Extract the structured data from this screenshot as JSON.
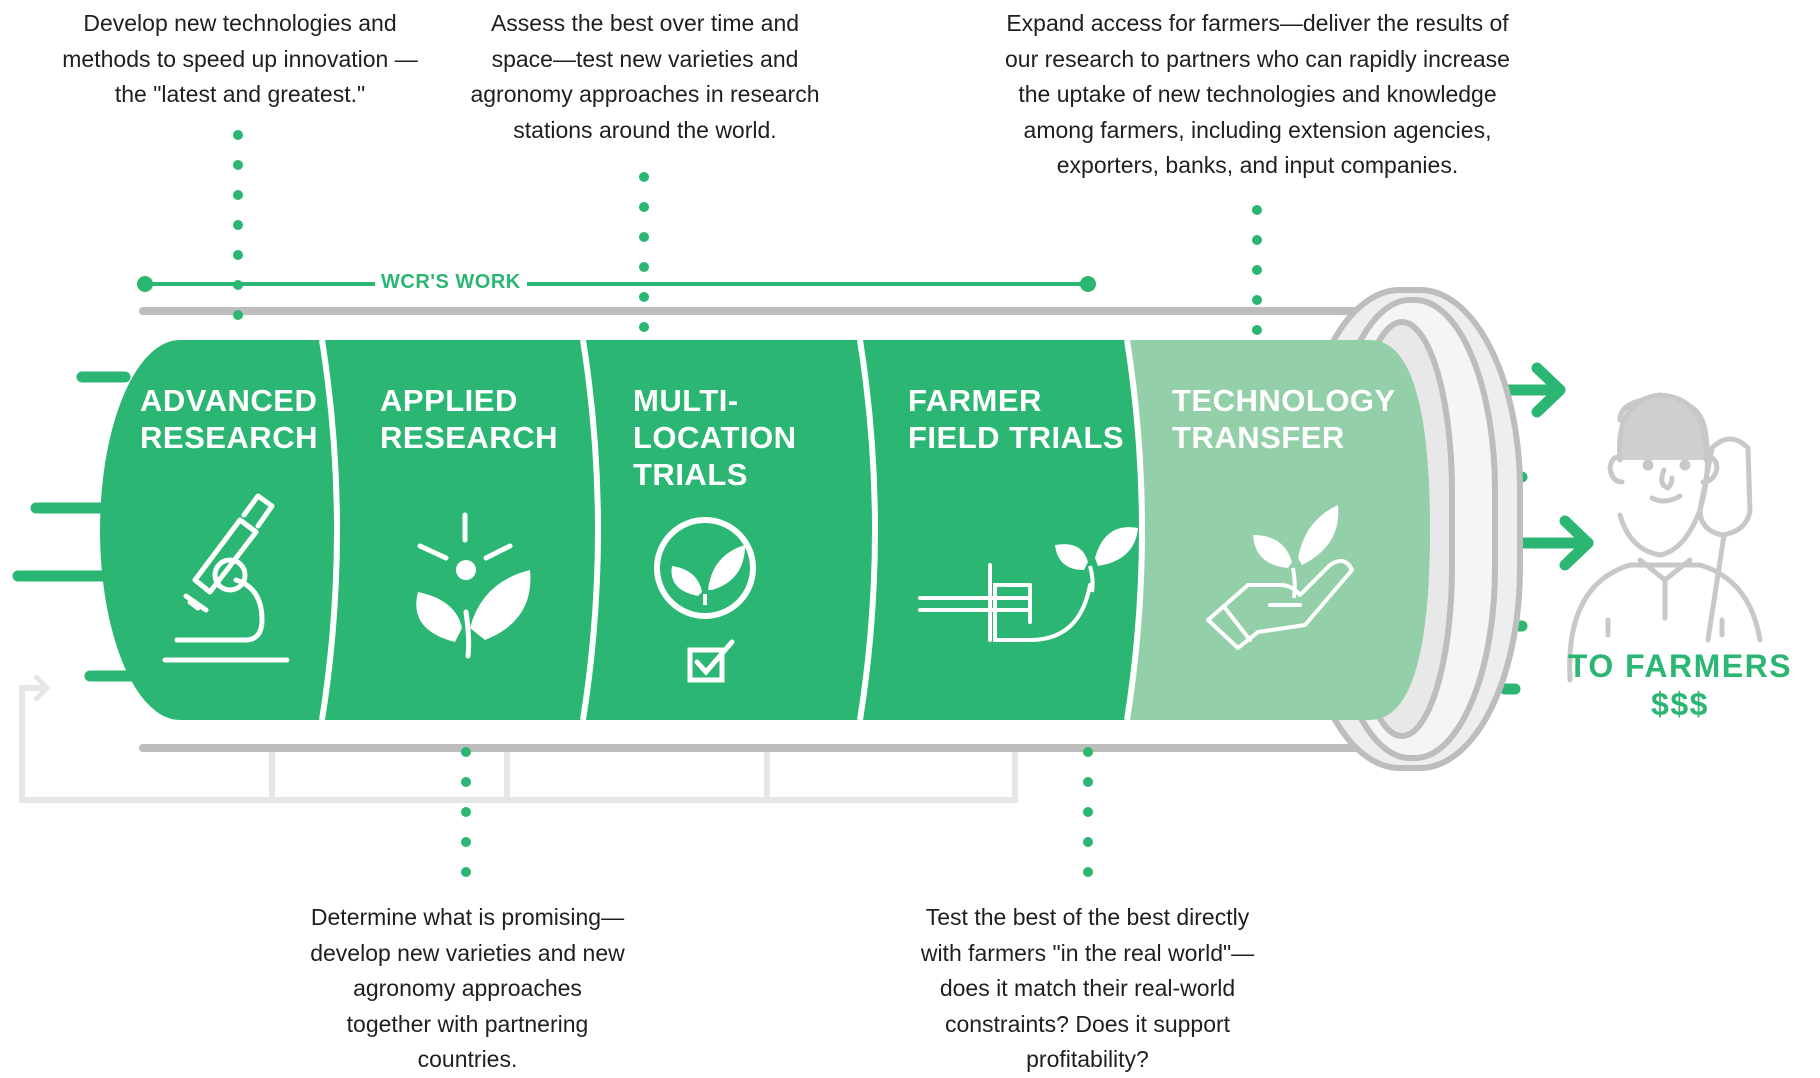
{
  "colors": {
    "green": "#2bb673",
    "light_green": "#93cfa8",
    "gray": "#bdbdbd",
    "light_gray": "#e6e6e6",
    "text": "#1f1f1f"
  },
  "work_label": "WCR'S WORK",
  "stages": [
    {
      "title": "ADVANCED\nRESEARCH",
      "icon": "microscope-icon"
    },
    {
      "title": "APPLIED\nRESEARCH",
      "icon": "sprout-light-icon"
    },
    {
      "title": "MULTI-\n LOCATION\n  TRIALS",
      "icon": "sprout-circle-check-icon"
    },
    {
      "title": "FARMER\n FIELD TRIALS",
      "icon": "pitchfork-sprout-icon"
    },
    {
      "title": "TECHNOLOGY\nTRANSFER",
      "icon": "hand-sprout-icon"
    }
  ],
  "notes": {
    "advanced_research": "Develop new technologies and methods to speed up innovation —the \"latest and greatest.\"",
    "multi_location": "Assess the best over time and space—test new varieties and agronomy approaches in research stations around the world.",
    "technology_transfer": "Expand access for farmers—deliver the results of our research to partners who can rapidly increase the uptake of new technologies and knowledge among farmers, including extension agencies, exporters, banks, and input companies.",
    "applied_research": "Determine what is promising—develop new varieties and new agronomy approaches together with partnering countries.",
    "farmer_field_trials": "Test the best of the best directly with farmers \"in the real world\"—does it match their real-world constraints? Does it support profitability?"
  },
  "farmers": {
    "label": "TO FARMERS",
    "money": "$$$",
    "icon": "farmer-icon"
  }
}
